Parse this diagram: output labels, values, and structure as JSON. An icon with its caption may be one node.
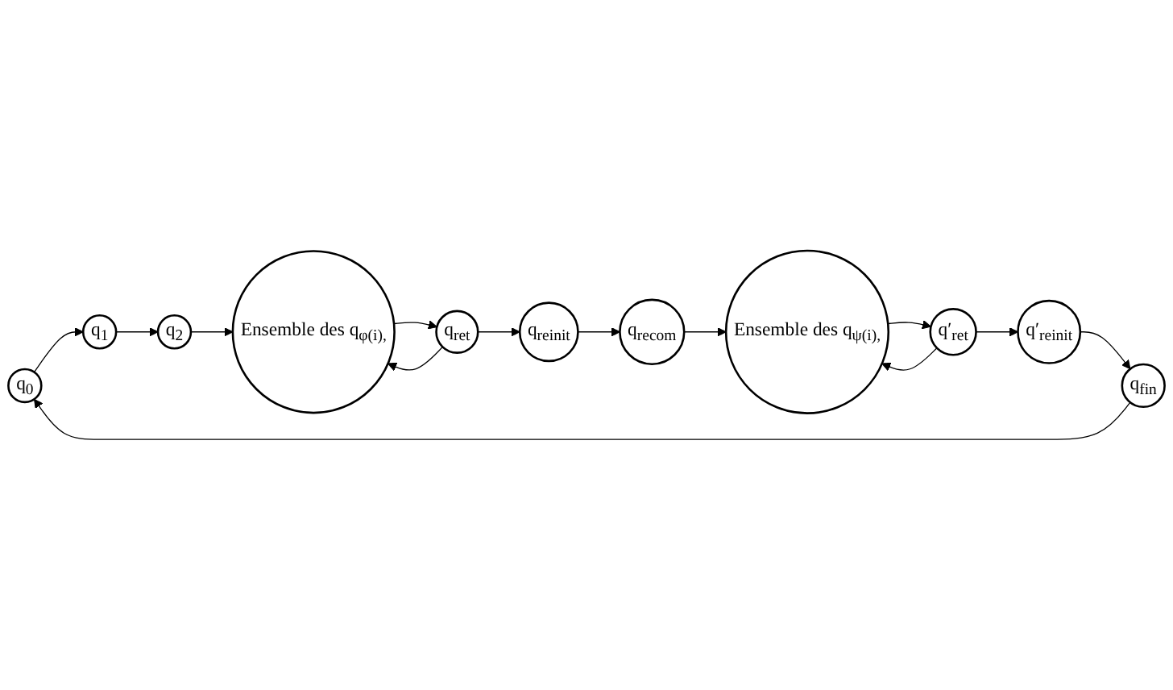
{
  "diagram": {
    "nodes": [
      {
        "text": [
          "q$_{0}$"
        ]
      },
      {
        "text": [
          "q$_{1}$"
        ]
      },
      {
        "text": [
          "q$_{2}$"
        ]
      },
      {
        "text": [
          "Ensemble des q$_{φ(i),}$"
        ]
      },
      {
        "text": [
          "q$_{ret}$"
        ]
      },
      {
        "text": [
          "q$_{reinit}$"
        ]
      },
      {
        "text": [
          "q$_{recom}$"
        ]
      },
      {
        "text": [
          "Ensemble des q$_{ψ(i),}$"
        ]
      },
      {
        "text": [
          "q′$_{ret}$"
        ]
      },
      {
        "text": [
          "q′$_{reinit}$"
        ]
      },
      {
        "text": [
          "q$_{fin}$"
        ]
      }
    ],
    "edges": [
      {
        "from": 0,
        "to": 1,
        "arrow": "to"
      },
      {
        "from": 1,
        "to": 2,
        "arrow": "to"
      },
      {
        "from": 2,
        "to": 3,
        "arrow": "to"
      },
      {
        "from": 3,
        "to": 4,
        "arrow": "to"
      },
      {
        "from": 4,
        "to": 3,
        "arrow": "to"
      },
      {
        "from": 4,
        "to": 5,
        "arrow": "to"
      },
      {
        "from": 5,
        "to": 6,
        "arrow": "to"
      },
      {
        "from": 6,
        "to": 7,
        "arrow": "to"
      },
      {
        "from": 7,
        "to": 8,
        "arrow": "to"
      },
      {
        "from": 8,
        "to": 7,
        "arrow": "to"
      },
      {
        "from": 8,
        "to": 9,
        "arrow": "to"
      },
      {
        "from": 9,
        "to": 10,
        "arrow": "to"
      },
      {
        "from": 10,
        "to": 0,
        "arrow": "to"
      }
    ]
  }
}
